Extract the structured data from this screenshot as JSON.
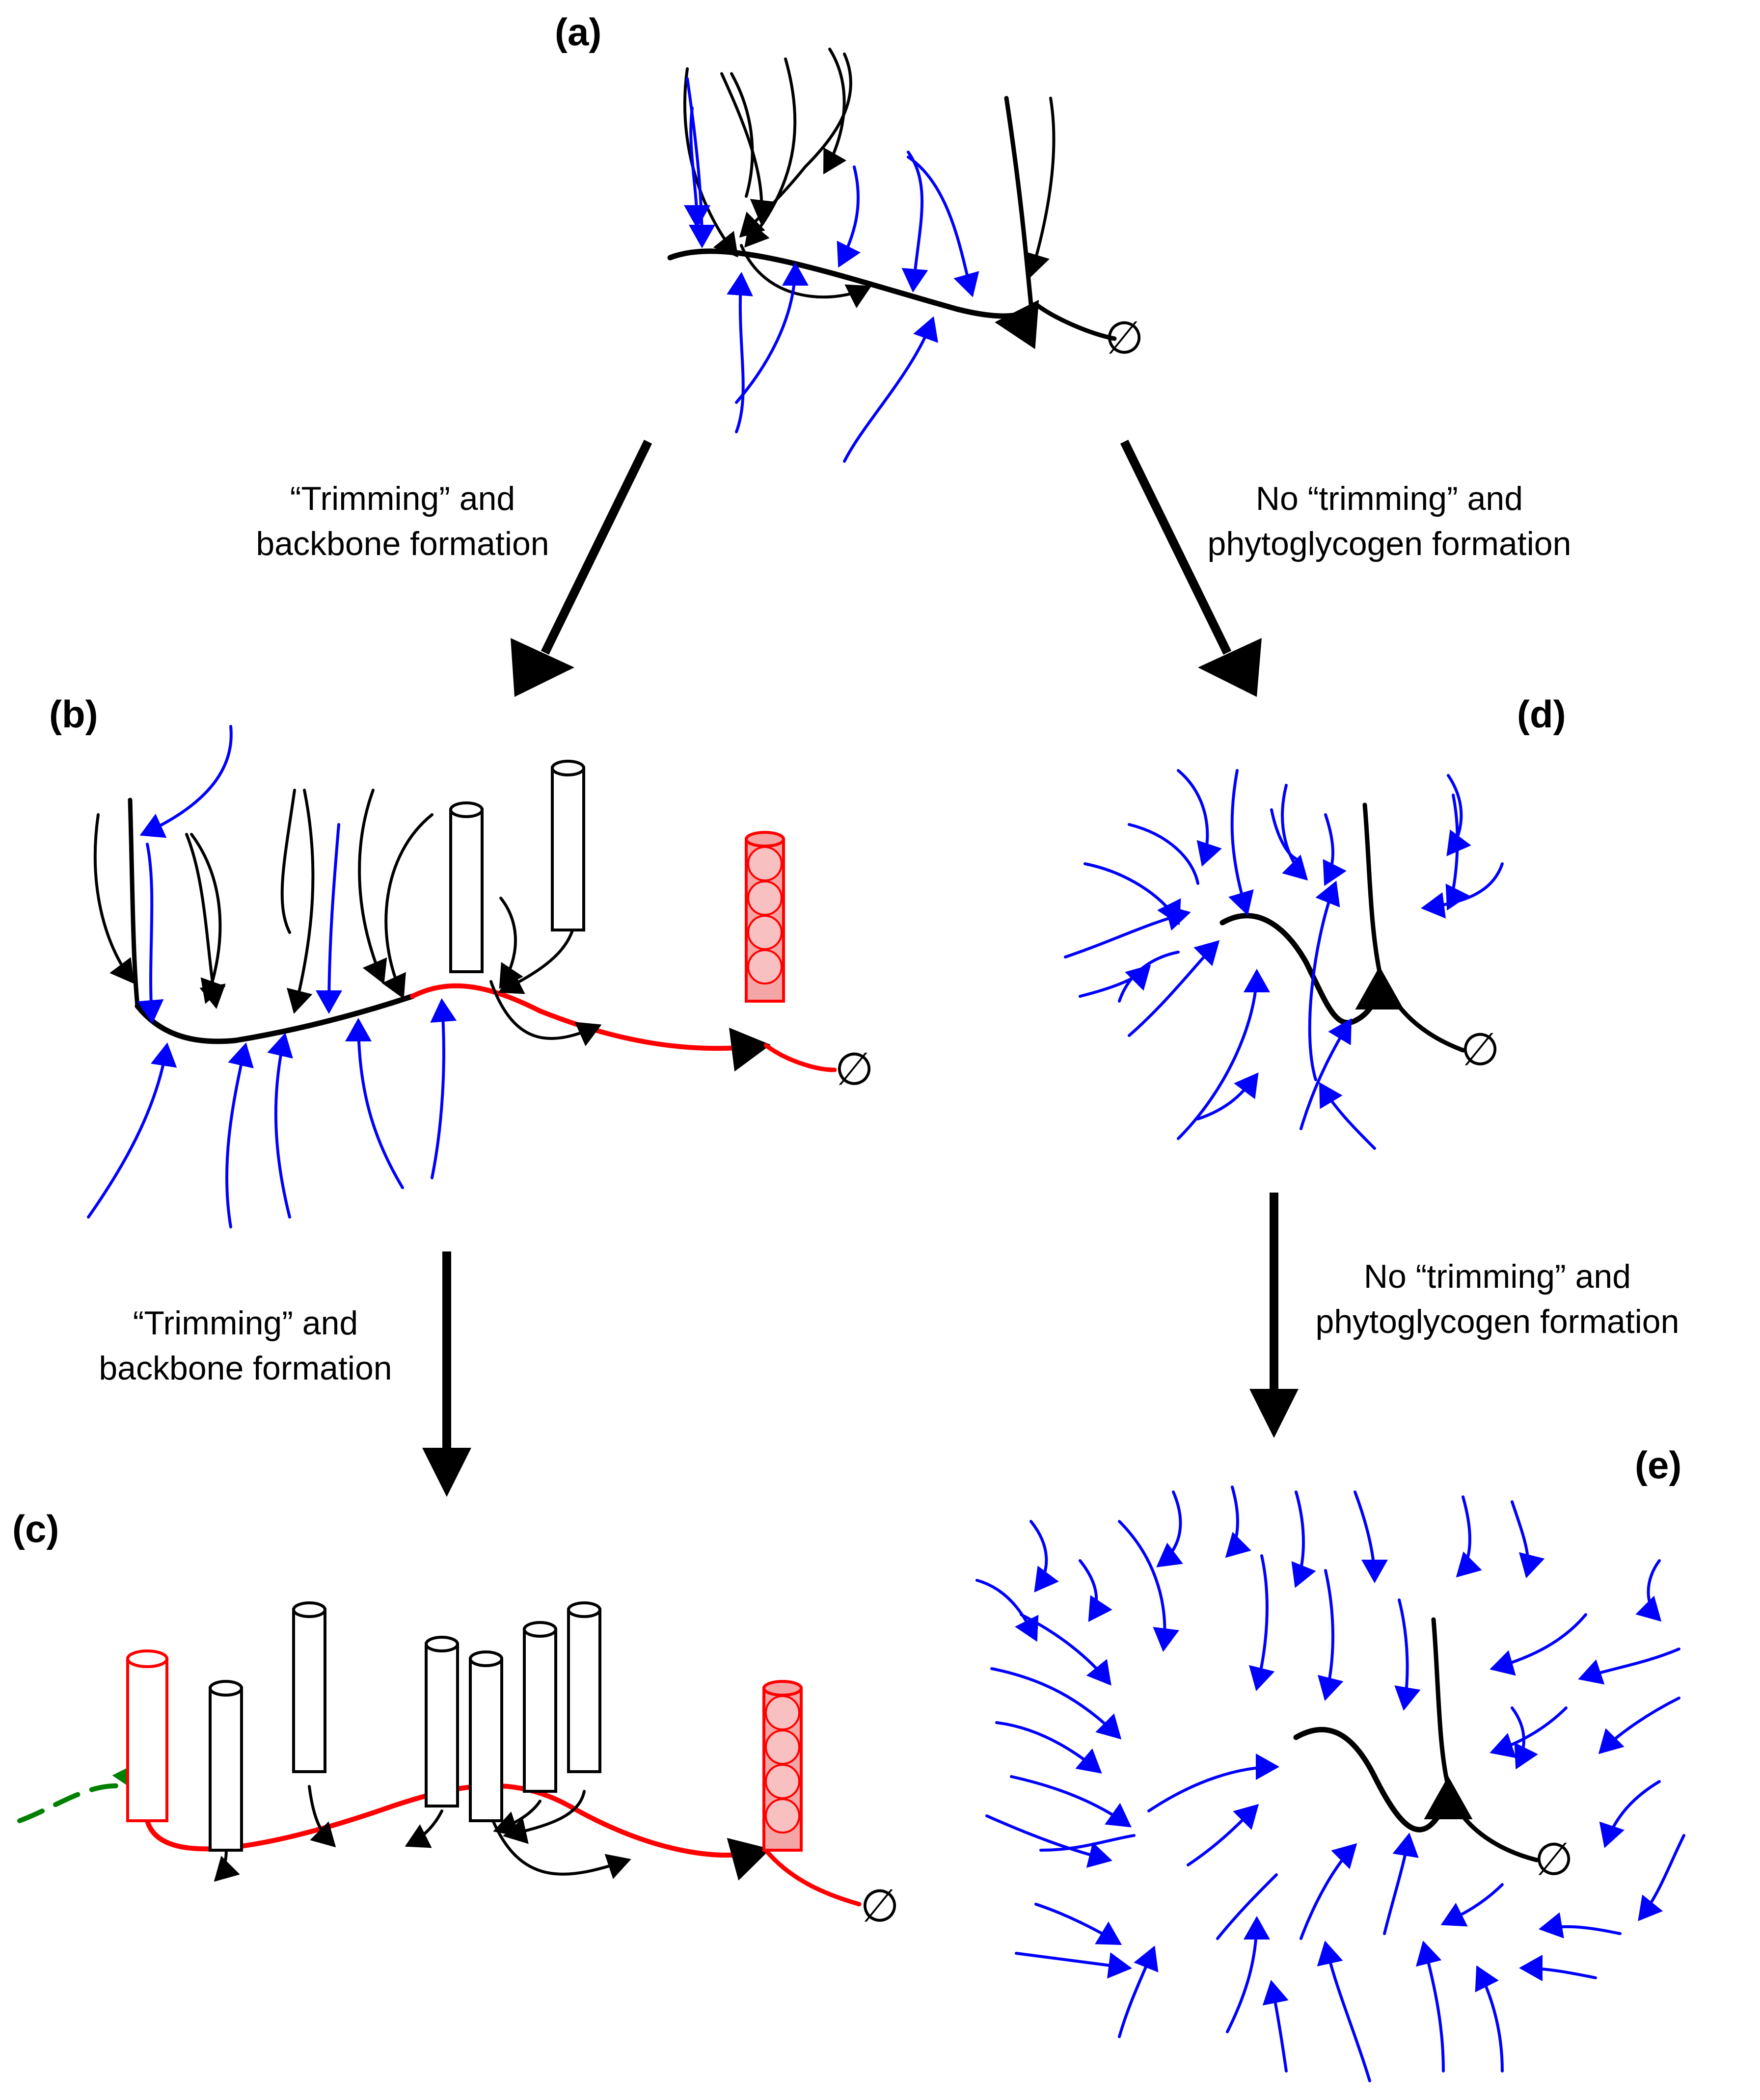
{
  "panels": {
    "a": "(a)",
    "b": "(b)",
    "c": "(c)",
    "d": "(d)",
    "e": "(e)"
  },
  "captions": {
    "left_top": {
      "line1": "“Trimming” and",
      "line2": "backbone formation"
    },
    "right_top": {
      "line1": "No “trimming” and",
      "line2": "phytoglycogen formation"
    },
    "left_bottom": {
      "line1": "“Trimming” and",
      "line2": "backbone formation"
    },
    "right_bottom": {
      "line1": "No “trimming” and",
      "line2": "phytoglycogen formation"
    }
  },
  "symbols": {
    "reducing_end": "∅"
  },
  "colors": {
    "chain_black": "#000000",
    "chain_blue": "#0000ff",
    "backbone_red": "#ff0000",
    "helix_fill": "#f4a6a6",
    "precursor_green": "#008000"
  }
}
